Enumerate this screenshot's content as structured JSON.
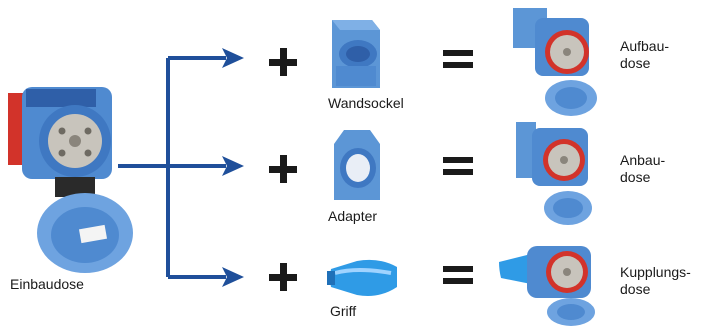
{
  "labels": {
    "base": "Einbaudose",
    "part1": "Wandsockel",
    "part2": "Adapter",
    "part3": "Griff",
    "result1": [
      "Aufbau-",
      "dose"
    ],
    "result2": [
      "Anbau-",
      "dose"
    ],
    "result3": [
      "Kupplungs-",
      "dose"
    ]
  },
  "colors": {
    "arrow": "#1f4f9a",
    "device_blue": "#5c96d6",
    "device_dark": "#2f5fa8",
    "accent_red": "#d2332a",
    "face_grey": "#c8c4bc",
    "symbol": "#1a1a1a"
  }
}
